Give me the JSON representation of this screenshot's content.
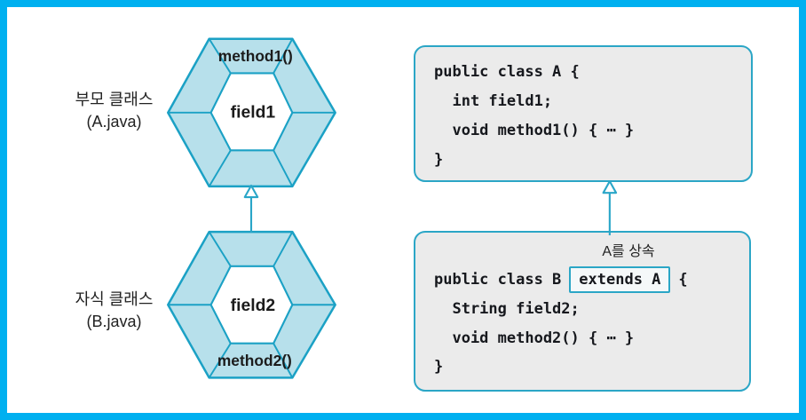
{
  "palette": {
    "frame_border": "#00b0f0",
    "hexagon_fill": "#b7e0eb",
    "hexagon_stroke": "#1ba1c5",
    "code_box_fill": "#ebebeb",
    "code_box_border": "#2ba6c6",
    "code_text": "#16181d",
    "label_text": "#222222"
  },
  "parent_class": {
    "side_label": "부모 클래스",
    "file_label": "(A.java)",
    "hexagon": {
      "method": "method1()",
      "field": "field1"
    },
    "code": {
      "line1": "public class A {",
      "line2": "  int field1;",
      "line3": "  void method1() { ⋯ }",
      "line4": "}"
    }
  },
  "child_class": {
    "side_label": "자식 클래스",
    "file_label": "(B.java)",
    "hexagon": {
      "field": "field2",
      "method": "method2()"
    },
    "inherit_note": "A를 상속",
    "code": {
      "line1_prefix": "public class B",
      "line1_highlight": "extends A",
      "line1_suffix": "{",
      "line2": "  String field2;",
      "line3": "  void method2() { ⋯ }",
      "line4": "}"
    }
  }
}
